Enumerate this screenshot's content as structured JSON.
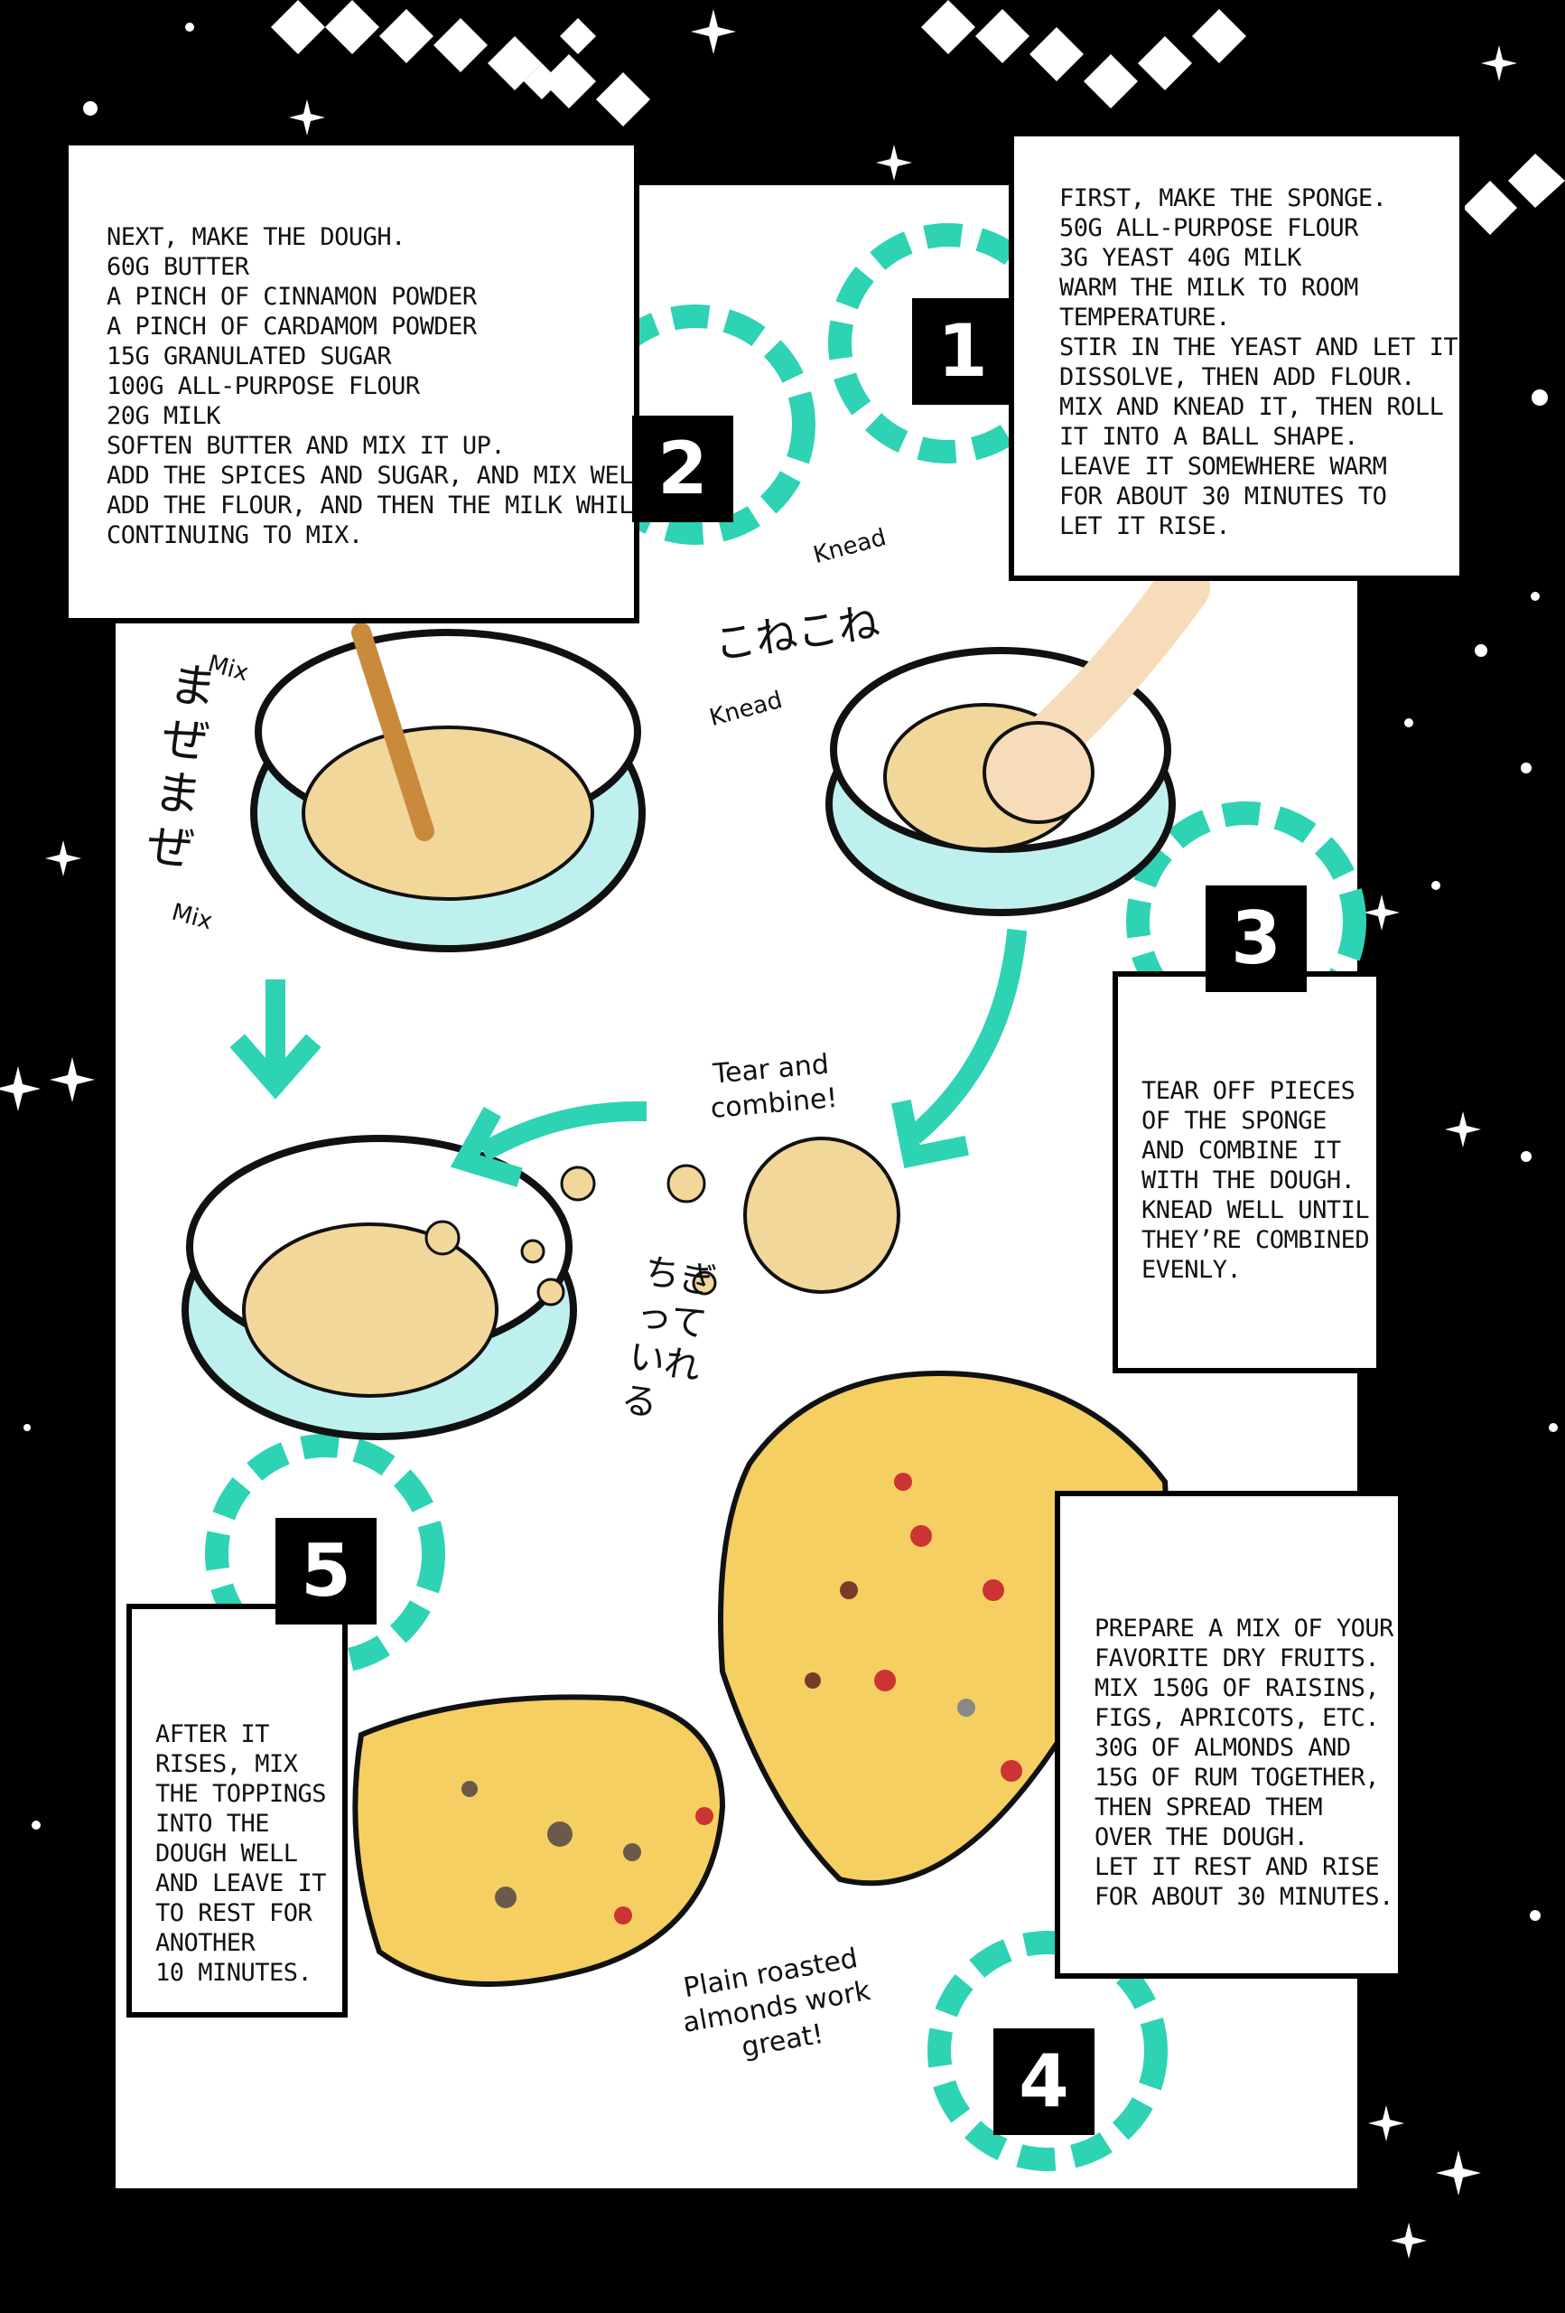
{
  "steps": [
    {
      "number": "1",
      "lines": [
        "FIRST, MAKE THE SPONGE.",
        "50G ALL-PURPOSE FLOUR",
        "3G YEAST 40G MILK",
        "WARM THE MILK TO ROOM",
        "TEMPERATURE.",
        "STIR IN THE YEAST AND LET IT",
        "DISSOLVE, THEN ADD FLOUR.",
        "MIX AND KNEAD IT, THEN ROLL",
        "IT INTO A BALL SHAPE.",
        "LEAVE IT SOMEWHERE WARM",
        "FOR ABOUT 30 MINUTES TO",
        "LET IT RISE."
      ]
    },
    {
      "number": "2",
      "lines": [
        "NEXT, MAKE THE DOUGH.",
        "60G BUTTER",
        "A PINCH OF CINNAMON POWDER",
        "A PINCH OF CARDAMOM POWDER",
        "15G GRANULATED SUGAR",
        "100G ALL-PURPOSE FLOUR",
        "20G MILK",
        "SOFTEN BUTTER AND MIX IT UP.",
        "ADD THE SPICES AND SUGAR, AND MIX WELL.",
        "ADD THE FLOUR, AND THEN THE MILK WHILE",
        "CONTINUING TO MIX."
      ]
    },
    {
      "number": "3",
      "lines": [
        "TEAR OFF PIECES",
        "OF THE SPONGE",
        "AND COMBINE IT",
        "WITH THE DOUGH.",
        "KNEAD WELL UNTIL",
        "THEY’RE COMBINED",
        "EVENLY."
      ]
    },
    {
      "number": "4",
      "lines": [
        "PREPARE A MIX OF YOUR",
        "FAVORITE DRY FRUITS.",
        "MIX 150G OF RAISINS,",
        "FIGS, APRICOTS, ETC.",
        "30G OF ALMONDS AND",
        "15G OF RUM TOGETHER,",
        "THEN SPREAD THEM",
        "OVER THE DOUGH.",
        "LET IT REST AND RISE",
        "FOR ABOUT 30 MINUTES."
      ]
    },
    {
      "number": "5",
      "lines": [
        "AFTER IT",
        "RISES, MIX",
        "THE TOPPINGS",
        "INTO THE",
        "DOUGH WELL",
        "AND LEAVE IT",
        "TO REST FOR",
        "ANOTHER",
        "10 MINUTES."
      ]
    }
  ],
  "sound_effects": {
    "knead_jp": "こねこね",
    "knead_top": "Knead",
    "knead_bottom": "Knead",
    "mix_jp": "まぜまぜ",
    "mix_top": "Mix",
    "mix_bottom": "Mix",
    "tear_jp": "ちぎっていれる"
  },
  "notes": {
    "tear_lines": [
      "Tear and",
      "combine!"
    ],
    "almond_lines": [
      "Plain roasted",
      "almonds work",
      "great!"
    ]
  },
  "colors": {
    "background": "#000000",
    "panel": "#ffffff",
    "accent_teal": "#2ed3b4",
    "dough": "#f2d79a",
    "bowl_tint": "#bff0f0"
  }
}
